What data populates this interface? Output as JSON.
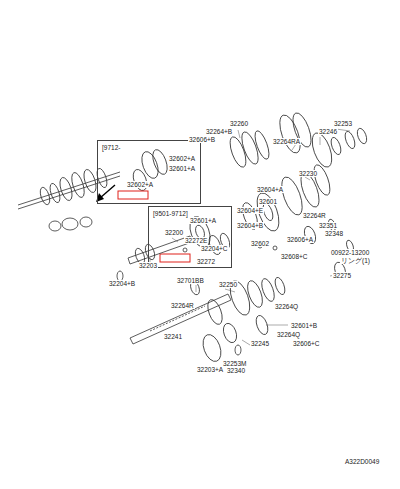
{
  "diagram": {
    "nodes": [
      {
        "text": [
          "[9712-",
          "32602+A",
          "32601+A",
          "32602+A"
        ]
      },
      {
        "text": [
          "[9501-9712]",
          "32601+A"
        ]
      }
    ],
    "labels": [
      "32260",
      "32264+B",
      "32606+B",
      "32264RA",
      "32246",
      "32253",
      "32230",
      "32604+A",
      "32604+E",
      "32601",
      "32200",
      "32272E",
      "32204+C",
      "32604+B",
      "32264R",
      "32351",
      "32272",
      "32203",
      "32701BB",
      "32602",
      "32606+A",
      "32348",
      "32608+C",
      "00922-13200",
      "リング(1)",
      "32204+B",
      "32250",
      "32264R",
      "32275",
      "32241",
      "32264Q",
      "32601+B",
      "32245",
      "32264Q",
      "32253M",
      "32606+C",
      "32340",
      "32203+A",
      "A322D0049"
    ]
  }
}
